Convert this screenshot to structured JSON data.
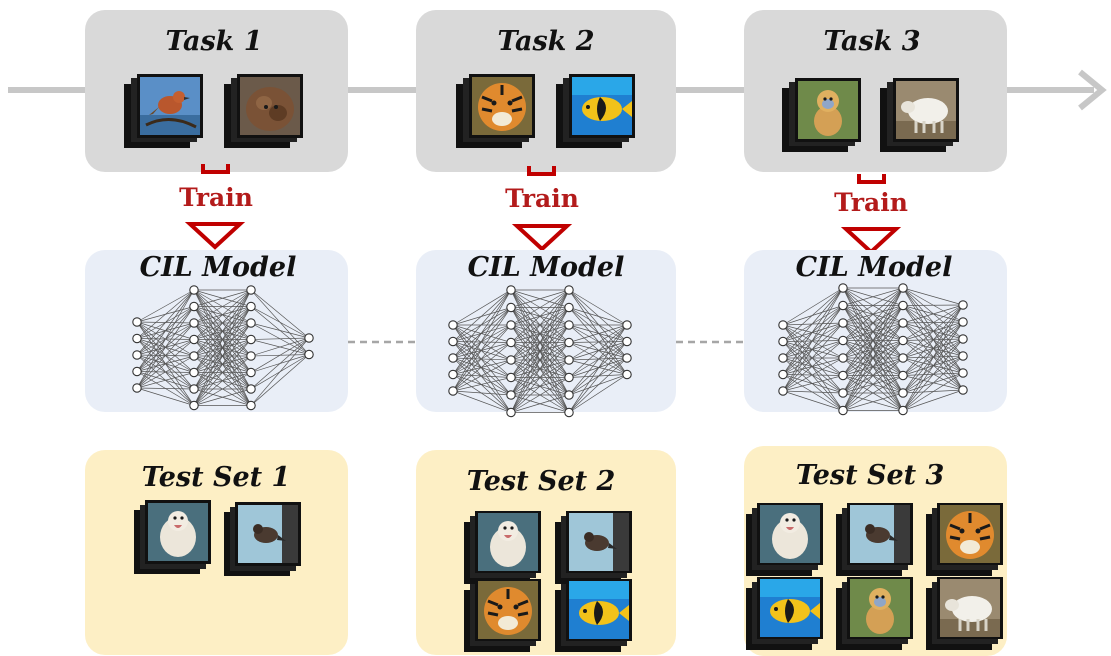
{
  "tasks": [
    {
      "title": "Task 1",
      "images": [
        "bird-image",
        "dog-image"
      ]
    },
    {
      "title": "Task 2",
      "images": [
        "tiger-image",
        "fish-image"
      ]
    },
    {
      "title": "Task 3",
      "images": [
        "monkey-image",
        "sheep-image"
      ]
    }
  ],
  "train_label": "Train",
  "model_label": "CIL Model",
  "test_sets": [
    {
      "title": "Test Set 1",
      "images": [
        "dog-image",
        "bird-image"
      ]
    },
    {
      "title": "Test Set 2",
      "images": [
        "dog-image",
        "bird-image",
        "tiger-image",
        "fish-image"
      ]
    },
    {
      "title": "Test Set 3",
      "images": [
        "dog-image",
        "bird-image",
        "tiger-image",
        "fish-image",
        "monkey-image",
        "sheep-image"
      ]
    }
  ],
  "colors": {
    "timeline": "#c7c7c7",
    "task_box": "#d9d9d9",
    "model_box": "#e9eef7",
    "test_box": "#fdefc5",
    "arrow": "#c00000",
    "network": "#555555",
    "connector": "#a6a6a6"
  }
}
